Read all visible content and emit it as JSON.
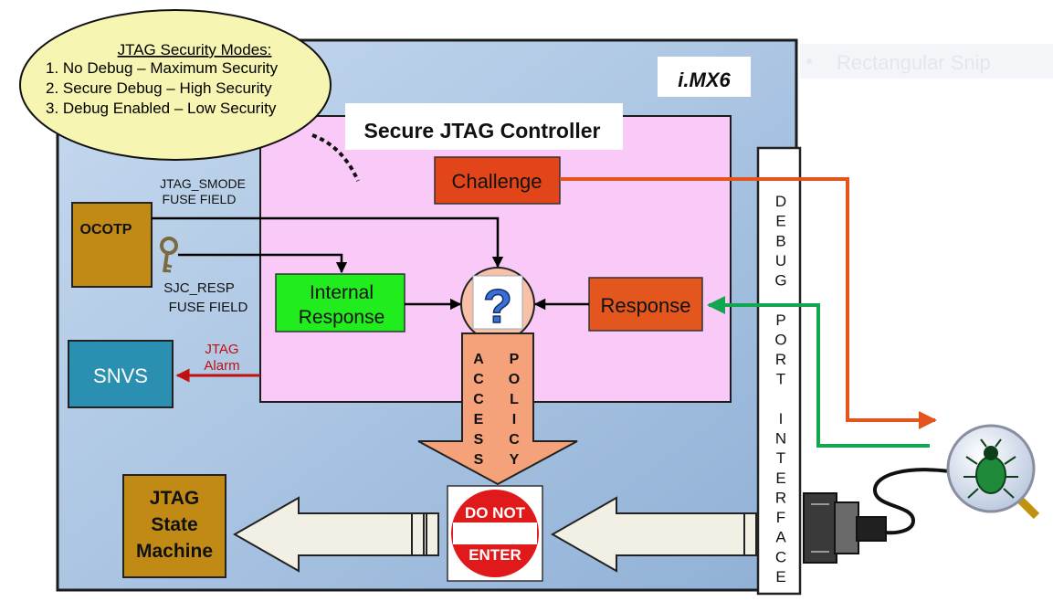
{
  "security_modes": {
    "heading": "JTAG Security Modes:",
    "items": [
      "1.  No Debug – Maximum Security",
      "2.  Secure Debug – High Security",
      "3.  Debug Enabled – Low Security"
    ]
  },
  "chip_label": "i.MX6",
  "ghost_menu_label": "Rectangular Snip",
  "controller": {
    "title": "Secure JTAG Controller",
    "challenge": "Challenge",
    "response": "Response",
    "internal_response": [
      "Internal",
      "Response"
    ]
  },
  "fuses": {
    "smode": [
      "JTAG_SMODE",
      "FUSE FIELD"
    ],
    "resp": [
      "SJC_RESP",
      "FUSE FIELD"
    ]
  },
  "ocotp": "OCOTP",
  "snvs": "SNVS",
  "alarm": [
    "JTAG",
    "Alarm"
  ],
  "question_mark": "?",
  "access_policy": {
    "left": [
      "A",
      "C",
      "C",
      "E",
      "S",
      "S"
    ],
    "right": [
      "P",
      "O",
      "L",
      "I",
      "C",
      "Y"
    ]
  },
  "do_not_enter": [
    "DO NOT",
    "ENTER"
  ],
  "state_machine": [
    "JTAG",
    "State",
    "Machine"
  ],
  "debug_port": [
    "D",
    "E",
    "B",
    "U",
    "G",
    "",
    "P",
    "O",
    "R",
    "T",
    "",
    "I",
    "N",
    "T",
    "E",
    "R",
    "F",
    "A",
    "C",
    "E"
  ],
  "colors": {
    "chip_fill": "#a9c4e2",
    "controller_fill": "#f9c9f8",
    "challenge_fill": "#e3451b",
    "response_fill": "#e3561d",
    "internal_fill": "#21ec1d",
    "ocotp_fill": "#c08a14",
    "snvs_fill": "#2a8fb0",
    "orange_line": "#e5541c",
    "green_line": "#12a651",
    "alarm_red": "#c01010",
    "ellipse_fill": "#f7f5b2",
    "policy_arrow": "#f5a27a"
  }
}
